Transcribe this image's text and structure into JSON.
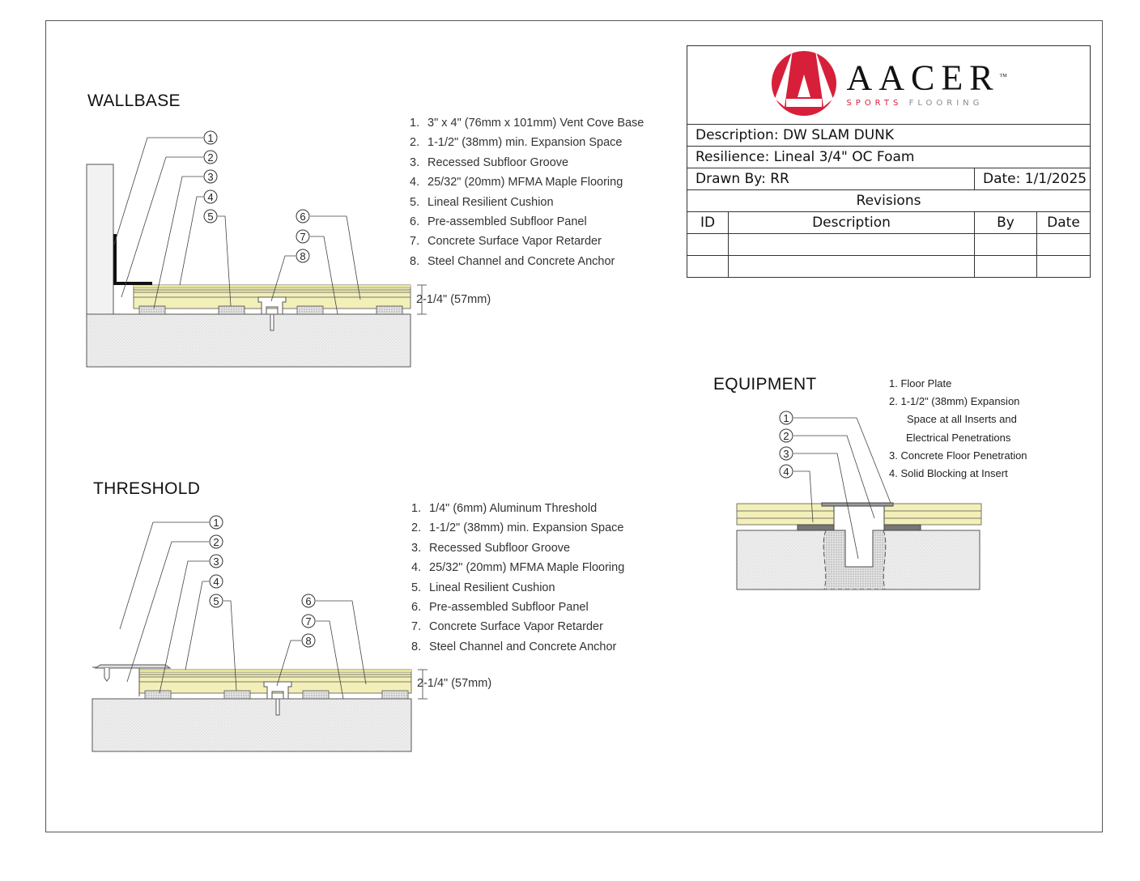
{
  "colors": {
    "brand_red": "#d71f3a",
    "maple": "#f2efb8",
    "maple_dark": "#e6e39a",
    "concrete": "#ececec",
    "line": "#333333"
  },
  "wallbase": {
    "title": "WALLBASE",
    "notes": [
      {
        "num": "1.",
        "text": "3\" x 4\" (76mm x 101mm) Vent Cove Base"
      },
      {
        "num": "2.",
        "text": "1-1/2\" (38mm) min. Expansion Space"
      },
      {
        "num": "3.",
        "text": "Recessed Subfloor Groove"
      },
      {
        "num": "4.",
        "text": "25/32\" (20mm) MFMA Maple Flooring"
      },
      {
        "num": "5.",
        "text": "Lineal Resilient Cushion"
      },
      {
        "num": "6.",
        "text": "Pre-assembled Subfloor Panel"
      },
      {
        "num": "7.",
        "text": "Concrete Surface Vapor Retarder"
      },
      {
        "num": "8.",
        "text": "Steel Channel and Concrete Anchor"
      }
    ],
    "callouts": [
      "1",
      "2",
      "3",
      "4",
      "5",
      "6",
      "7",
      "8"
    ],
    "dimension": "2-1/4\" (57mm)"
  },
  "threshold": {
    "title": "THRESHOLD",
    "notes": [
      {
        "num": "1.",
        "text": "1/4\" (6mm) Aluminum Threshold"
      },
      {
        "num": "2.",
        "text": "1-1/2\" (38mm) min. Expansion Space"
      },
      {
        "num": "3.",
        "text": "Recessed Subfloor Groove"
      },
      {
        "num": "4.",
        "text": "25/32\" (20mm) MFMA Maple Flooring"
      },
      {
        "num": "5.",
        "text": "Lineal Resilient Cushion"
      },
      {
        "num": "6.",
        "text": "Pre-assembled Subfloor Panel"
      },
      {
        "num": "7.",
        "text": "Concrete Surface Vapor Retarder"
      },
      {
        "num": "8.",
        "text": "Steel Channel and Concrete Anchor"
      }
    ],
    "callouts": [
      "1",
      "2",
      "3",
      "4",
      "5",
      "6",
      "7",
      "8"
    ],
    "dimension": "2-1/4\" (57mm)"
  },
  "equipment": {
    "title": "EQUIPMENT",
    "notes": [
      "1.  Floor Plate",
      "2. 1-1/2\" (38mm) Expansion",
      "Space at all Inserts and",
      "Electrical Penetrations",
      "3.  Concrete Floor Penetration",
      "4.  Solid Blocking at Insert"
    ],
    "callouts": [
      "1",
      "2",
      "3",
      "4"
    ]
  },
  "title_block": {
    "logo": {
      "brand": "AACER",
      "tm": "TM",
      "tag_red": "SPORTS",
      "tag_gray": "FLOORING"
    },
    "description": "Description: DW SLAM DUNK",
    "resilience": "Resilience: Lineal 3/4\" OC Foam",
    "drawn_by": "Drawn By: RR",
    "date": "Date: 1/1/2025",
    "revisions_label": "Revisions",
    "columns": [
      "ID",
      "Description",
      "By",
      "Date"
    ]
  }
}
